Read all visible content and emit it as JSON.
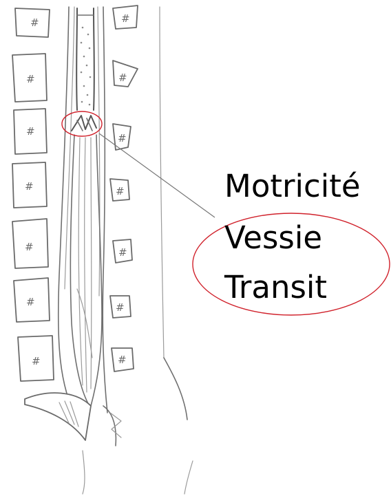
{
  "figure": {
    "labels": [
      "Motricité",
      "Vessie",
      "Transit"
    ],
    "vertebra_mark": "#",
    "colors": {
      "highlight": "#d0202a",
      "pencil": "#6f6f6f",
      "text": "#000000"
    }
  }
}
